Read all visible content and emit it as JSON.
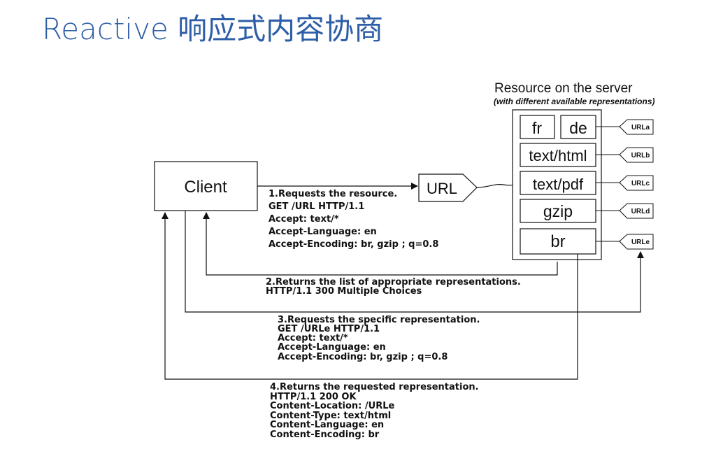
{
  "title": "Reactive 响应式内容协商",
  "diagram": {
    "client_label": "Client",
    "url_label": "URL",
    "server_title": "Resource on the server",
    "server_subtitle": "(with different available representations)",
    "representations": {
      "fr": "fr",
      "de": "de",
      "html": "text/html",
      "pdf": "text/pdf",
      "gzip": "gzip",
      "br": "br"
    },
    "url_tags": [
      "URLa",
      "URLb",
      "URLc",
      "URLd",
      "URLe"
    ],
    "step1": [
      "1.Requests the resource.",
      "GET /URL HTTP/1.1",
      "Accept: text/*",
      "Accept-Language: en",
      "Accept-Encoding: br, gzip ; q=0.8"
    ],
    "step2": [
      "2.Returns the list of appropriate representations.",
      "HTTP/1.1 300 Multiple Choices"
    ],
    "step3": [
      "3.Requests the specific representation.",
      "GET /URLe HTTP/1.1",
      "Accept: text/*",
      "Accept-Language: en",
      "Accept-Encoding: br, gzip ; q=0.8"
    ],
    "step4": [
      "4.Returns the requested representation.",
      "HTTP/1.1 200 OK",
      "Content-Location: /URLe",
      "Content-Type: text/html",
      "Content-Language: en",
      "Content-Encoding: br"
    ]
  }
}
